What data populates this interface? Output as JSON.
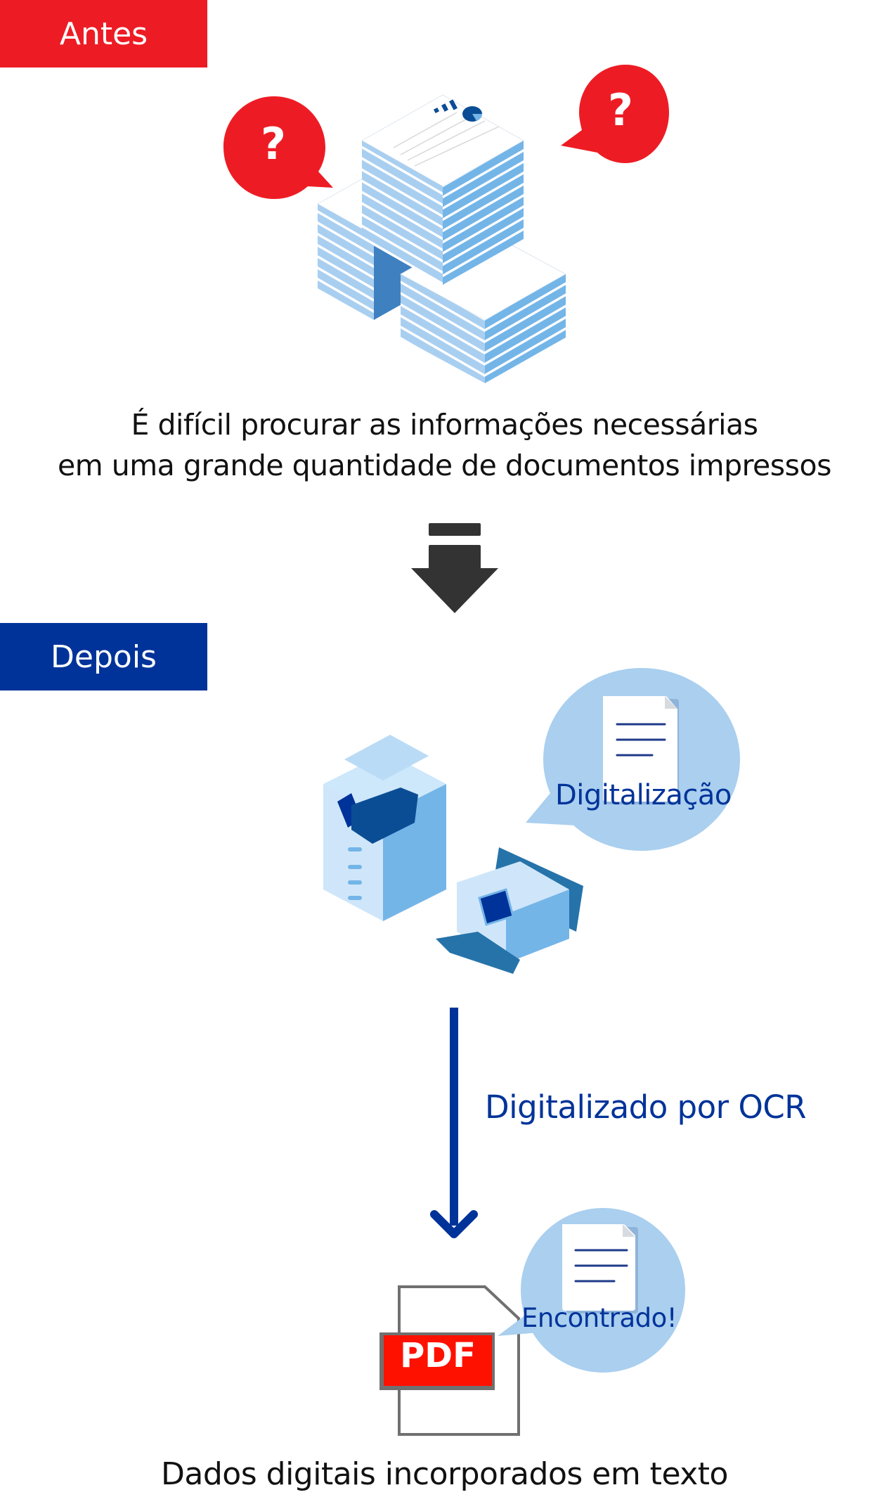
{
  "before": {
    "label": "Antes",
    "headline_line1": "É difícil procurar as informações necessárias",
    "headline_line2": "em uma grande quantidade de documentos impressos",
    "bubble_left_symbol": "?",
    "bubble_right_symbol": "?"
  },
  "after": {
    "label": "Depois",
    "scan_bubble_label": "Digitalização",
    "ocr_label": "Digitalizado por OCR",
    "found_bubble_label": "Encontrado!",
    "pdf_badge": "PDF",
    "footer_caption": "Dados digitais incorporados em texto"
  },
  "colors": {
    "before_red": "#ed1c24",
    "after_blue": "#003399",
    "bubble_light_blue": "#aacfef",
    "arrow_dark": "#333333",
    "pdf_red": "#ff1100"
  }
}
